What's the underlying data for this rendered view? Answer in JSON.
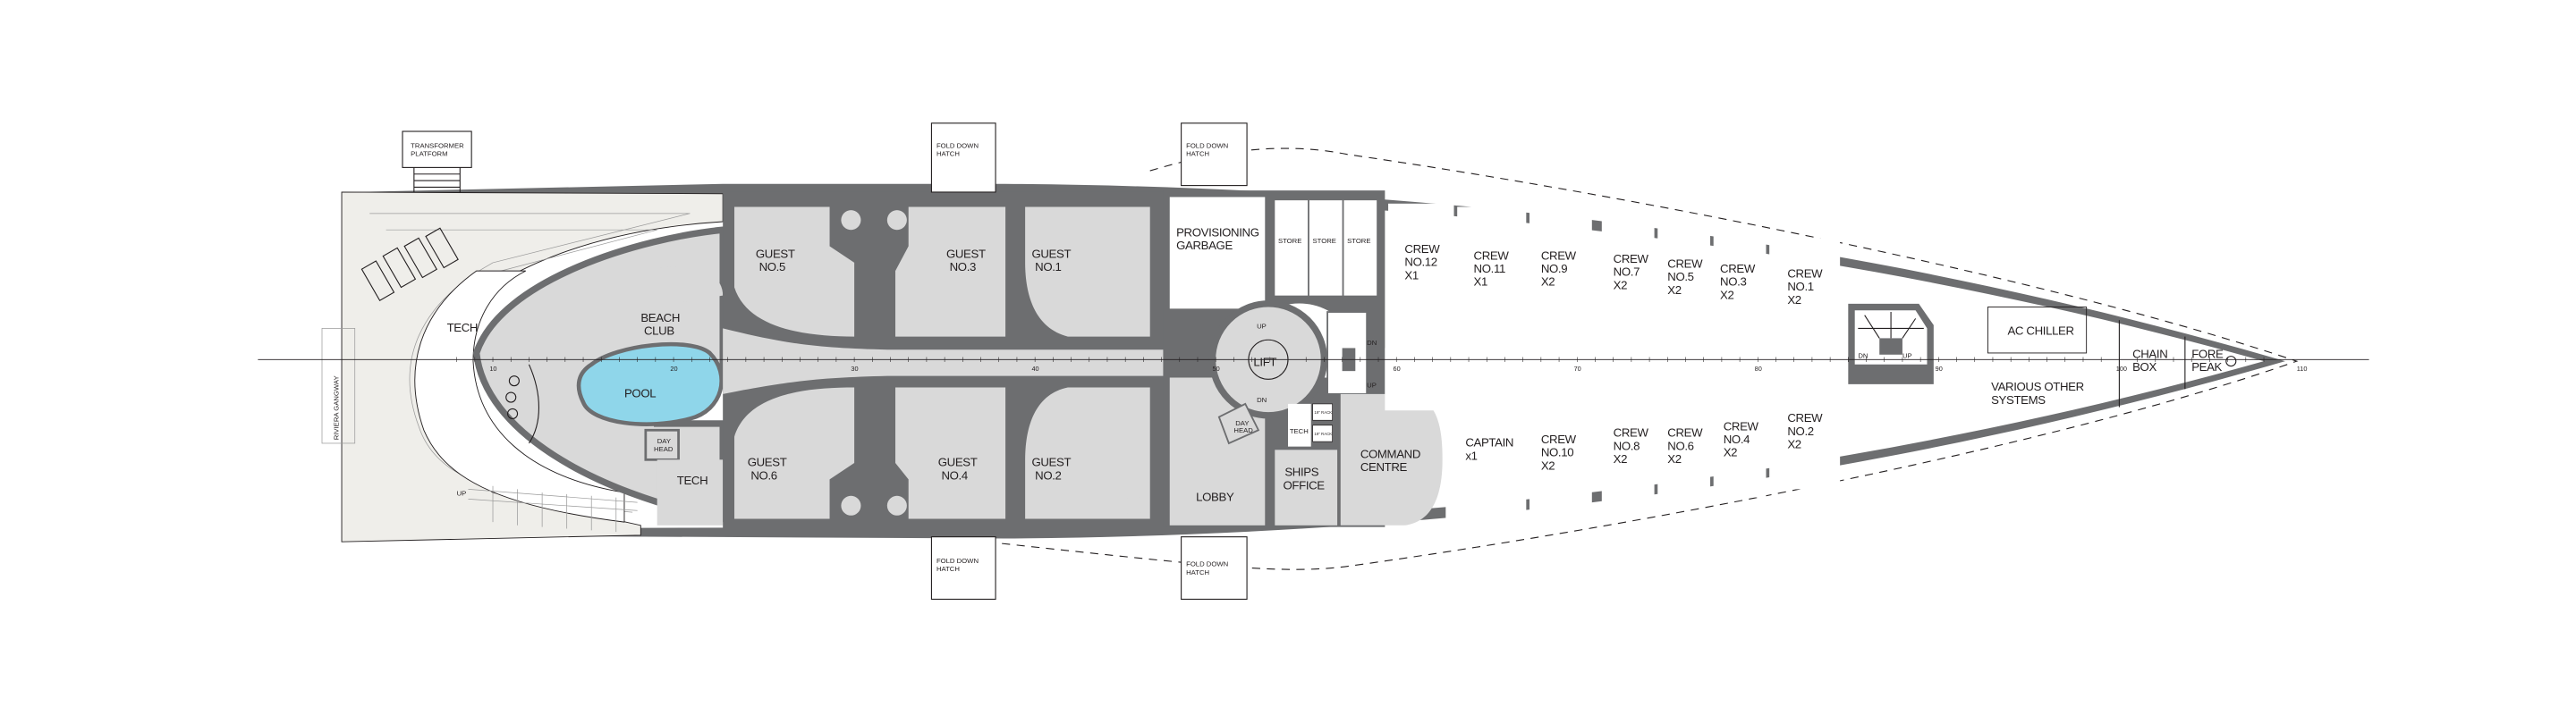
{
  "colors": {
    "wall": "#6d6e70",
    "room": "#d9d9d9",
    "pool": "#8fd6ea",
    "deck": "#efeeea"
  },
  "stern": {
    "transformer_platform": [
      "TRANSFORMER",
      "PLATFORM"
    ],
    "gangway": "RIVIERA GANGWAY",
    "up": "UP",
    "tech_upper": "TECH",
    "tech_lower": "TECH",
    "beach_club": [
      "BEACH",
      "CLUB"
    ],
    "pool": "POOL",
    "day_head": [
      "DAY",
      "HEAD"
    ]
  },
  "hatches": {
    "top_1": [
      "FOLD DOWN",
      "HATCH"
    ],
    "top_2": [
      "FOLD DOWN",
      "HATCH"
    ],
    "bottom_1": [
      "FOLD DOWN",
      "HATCH"
    ],
    "bottom_2": [
      "FOLD DOWN",
      "HATCH"
    ]
  },
  "guests": [
    [
      "GUEST",
      "NO.5"
    ],
    [
      "GUEST",
      "NO.3"
    ],
    [
      "GUEST",
      "NO.1"
    ],
    [
      "GUEST",
      "NO.6"
    ],
    [
      "GUEST",
      "NO.4"
    ],
    [
      "GUEST",
      "NO.2"
    ]
  ],
  "service": {
    "provisioning": [
      "PROVISIONING",
      "GARBAGE"
    ],
    "stores": [
      "STORE",
      "STORE",
      "STORE"
    ],
    "lift": "LIFT",
    "lift_up": "UP",
    "lift_dn": "DN",
    "stair_dn": "DN",
    "stair_up": "UP",
    "lobby": "LOBBY",
    "day_head": [
      "DAY",
      "HEAD"
    ],
    "tech": "TECH",
    "rack_1": "19\" RACK",
    "rack_2": "19\" RACK",
    "ships_office": [
      "SHIPS",
      "OFFICE"
    ],
    "command_centre": [
      "COMMAND",
      "CENTRE"
    ]
  },
  "crew_top": [
    [
      "CREW",
      "NO.12",
      "X1"
    ],
    [
      "CREW",
      "NO.11",
      "X1"
    ],
    [
      "CREW",
      "NO.9",
      "X2"
    ],
    [
      "CREW",
      "NO.7",
      "X2"
    ],
    [
      "CREW",
      "NO.5",
      "X2"
    ],
    [
      "CREW",
      "NO.3",
      "X2"
    ],
    [
      "CREW",
      "NO.1",
      "X2"
    ]
  ],
  "crew_bottom": [
    [
      "CAPTAIN",
      "x1"
    ],
    [
      "CREW",
      "NO.10",
      "X2"
    ],
    [
      "CREW",
      "NO.8",
      "X2"
    ],
    [
      "CREW",
      "NO.6",
      "X2"
    ],
    [
      "CREW",
      "NO.4",
      "X2"
    ],
    [
      "CREW",
      "NO.2",
      "X2"
    ]
  ],
  "bow": {
    "stair_dn": "DN",
    "stair_up": "UP",
    "ac_chiller": "AC CHILLER",
    "various": [
      "VARIOUS OTHER",
      "SYSTEMS"
    ],
    "chain_box": [
      "CHAIN",
      "BOX"
    ],
    "fore_peak": [
      "FORE",
      "PEAK"
    ]
  },
  "frame_ticks": [
    "10",
    "20",
    "30",
    "40",
    "50",
    "60",
    "70",
    "80",
    "90",
    "100",
    "110"
  ]
}
